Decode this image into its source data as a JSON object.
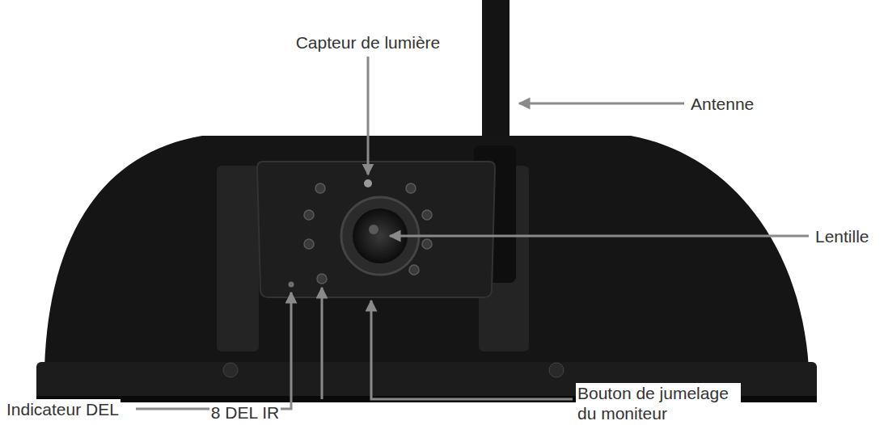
{
  "diagram": {
    "labels": [
      "Capteur de lumière",
      "Antenne",
      "Lentille",
      "Indicateur DEL",
      "8 DEL IR",
      "Bouton de jumelage du moniteur"
    ]
  }
}
